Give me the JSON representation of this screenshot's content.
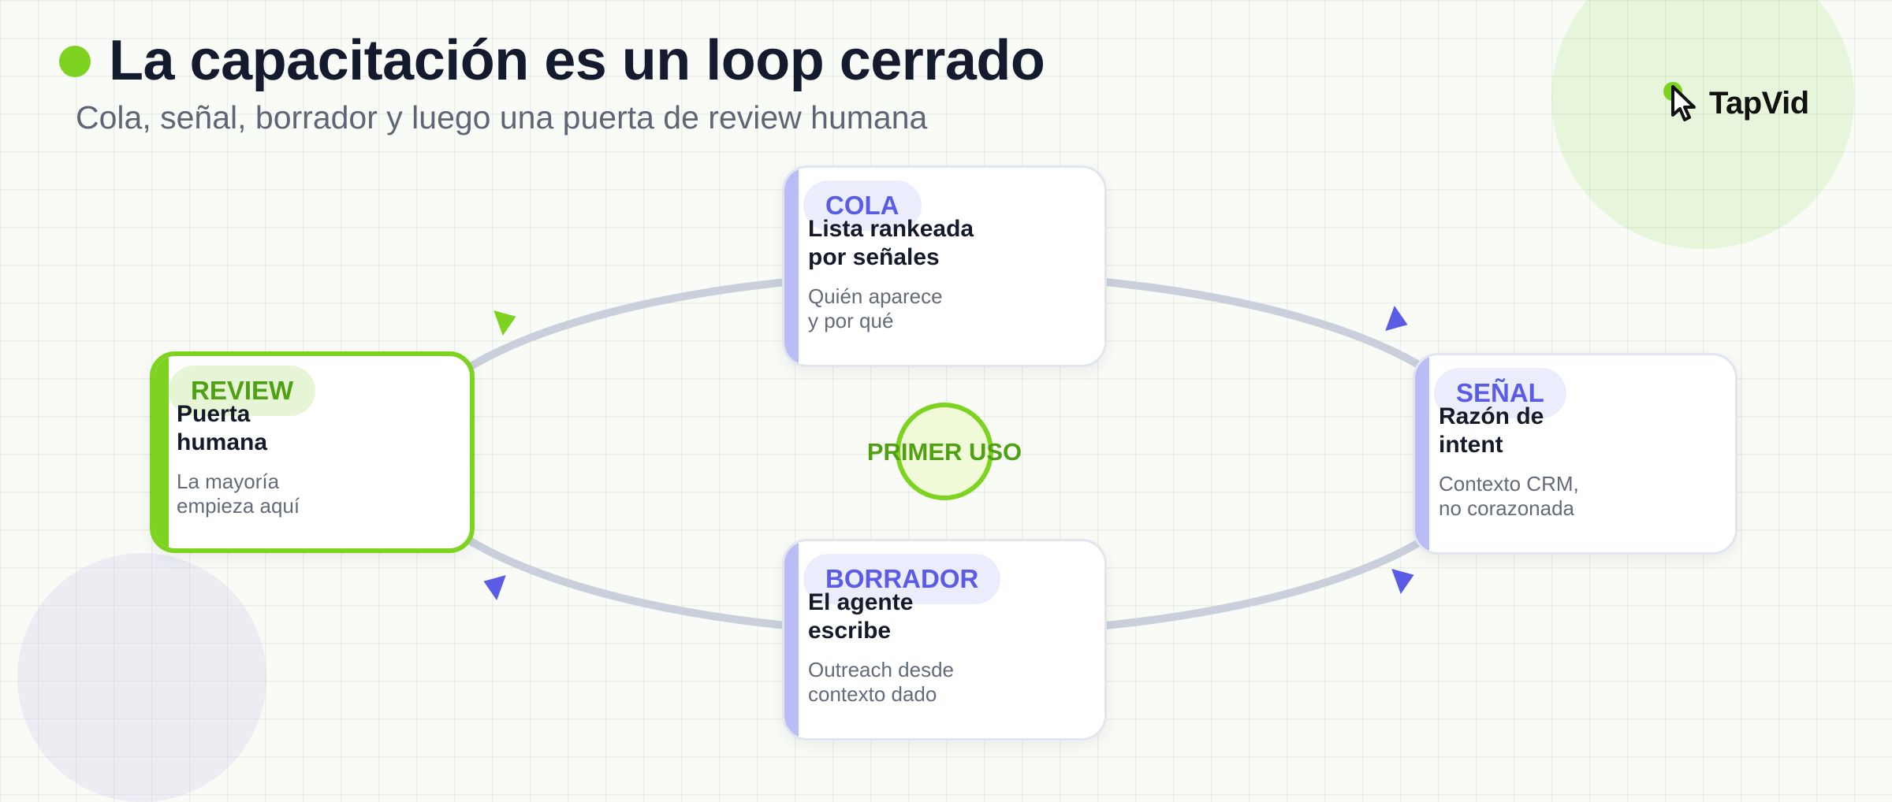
{
  "header": {
    "title": "La capacitación es un loop cerrado",
    "subtitle": "Cola, señal, borrador y luego una puerta de review humana"
  },
  "logo": {
    "text": "TapVid",
    "icon": "pointer-hand-icon"
  },
  "nodes": [
    {
      "id": "cola",
      "tag": "COLA",
      "title": "Lista rankeada\npor señales",
      "description": "Quién aparece\ny por qué"
    },
    {
      "id": "senal",
      "tag": "SEÑAL",
      "title": "Razón de\nintent",
      "description": "Contexto CRM,\nno corazonada"
    },
    {
      "id": "borrador",
      "tag": "BORRADOR",
      "title": "El agente\nescribe",
      "description": "Outreach desde\ncontexto dado"
    },
    {
      "id": "review",
      "tag": "REVIEW",
      "title": "Puerta\nhumana",
      "description": "La mayoría\nempieza aquí"
    }
  ],
  "center": {
    "label": "PRIMER USO"
  },
  "cycle_order": [
    "cola",
    "senal",
    "borrador",
    "review"
  ],
  "colors": {
    "accent_green": "#7ed321",
    "accent_green_text": "#4fa012",
    "accent_indigo": "#5a5ce6",
    "card_bar": "#b9bcf5",
    "ring": "#c9d0dc",
    "arrow_review_to_cola": "#7ed321",
    "arrow_default": "#5a5ce6"
  }
}
